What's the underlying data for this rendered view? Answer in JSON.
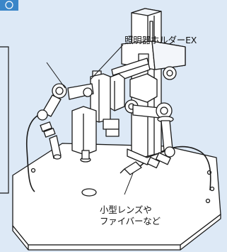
{
  "callouts": {
    "holder_label": "照明器ホルダーEX",
    "lens_label_line1": "小型レンズや",
    "lens_label_line2": "ファイバーなど"
  },
  "colors": {
    "background": "#dde9f6",
    "accent_blue": "#3a86c8",
    "line": "#1a1a1a",
    "fill": "#ffffff"
  }
}
